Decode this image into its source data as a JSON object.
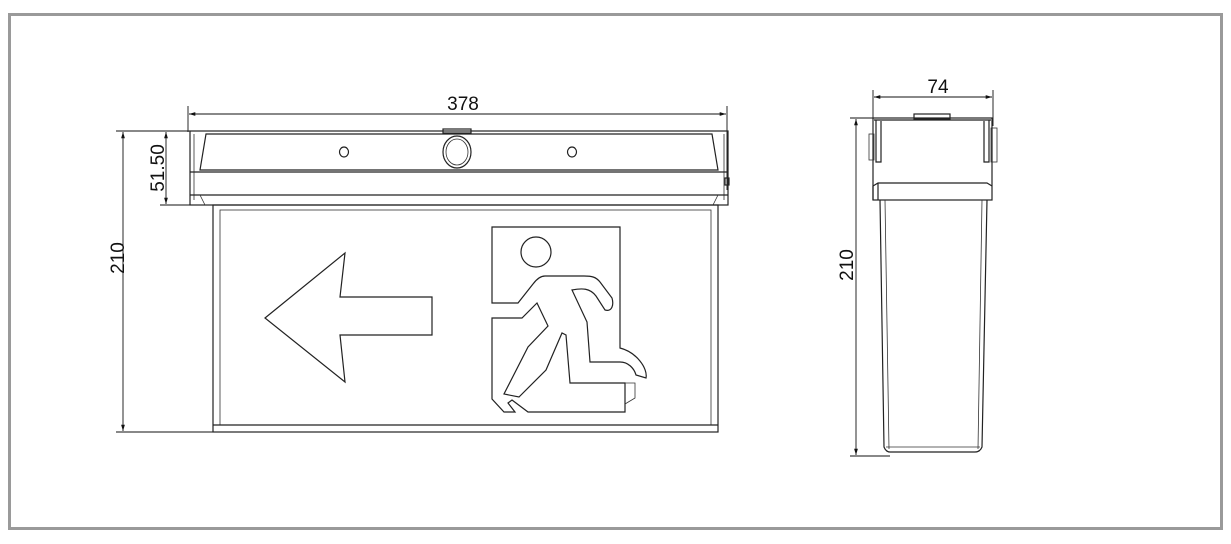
{
  "drawing": {
    "title": "Exit sign technical drawing",
    "front_view": {
      "width_label": "378",
      "height_label": "210",
      "housing_height_label": "51.50",
      "arrow_direction": "left",
      "pictogram": "running-man-exit-icon"
    },
    "side_view": {
      "depth_label": "74",
      "height_label": "210"
    },
    "colors": {
      "frame": "#9a9a9a",
      "line": "#222222"
    }
  }
}
